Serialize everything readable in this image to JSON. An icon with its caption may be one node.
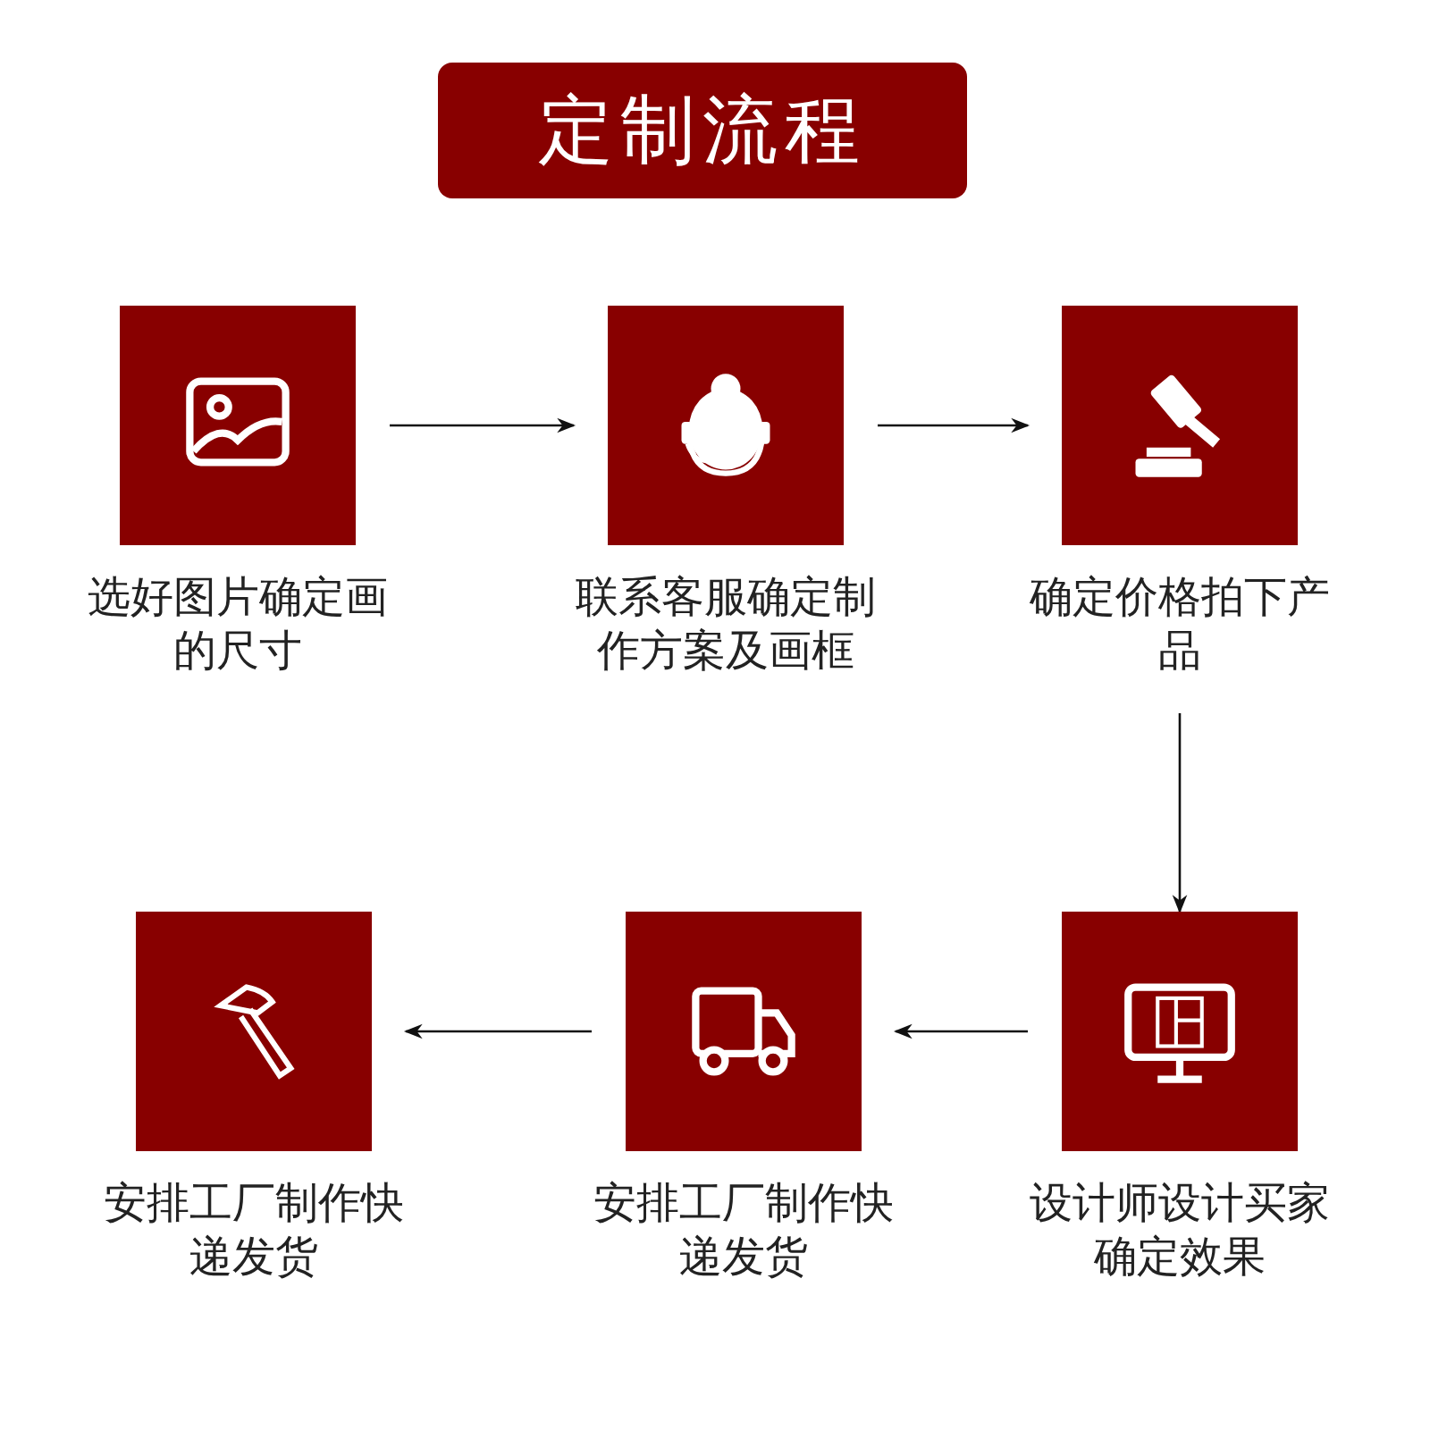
{
  "diagram": {
    "title": "定制流程",
    "nodes": [
      {
        "text": [
          "选好图片确定画的尺寸"
        ]
      },
      {
        "text": [
          "联系客服确定制作方案及画框"
        ]
      },
      {
        "text": [
          "确定价格拍下产品"
        ]
      },
      {
        "text": [
          "安排工厂制作快递发货"
        ]
      },
      {
        "text": [
          "安排工厂制作快递发货"
        ]
      },
      {
        "text": [
          "设计师设计买家确定效果"
        ]
      }
    ],
    "edges": [
      {
        "from": 0,
        "to": 1,
        "arrow": "to"
      },
      {
        "from": 1,
        "to": 2,
        "arrow": "to"
      },
      {
        "from": 2,
        "to": 5,
        "arrow": "to"
      },
      {
        "from": 5,
        "to": 4,
        "arrow": "to"
      },
      {
        "from": 4,
        "to": 3,
        "arrow": "to"
      }
    ]
  }
}
